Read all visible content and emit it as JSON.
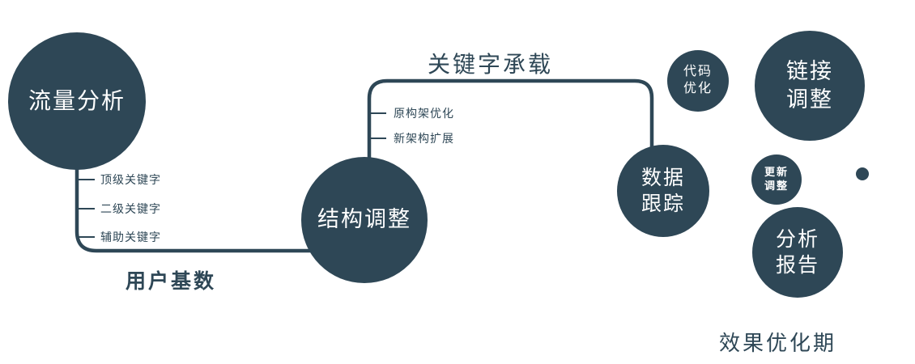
{
  "palette": {
    "primary": "#2e4756",
    "background": "#ffffff",
    "text_on_node": "#ffffff"
  },
  "nodes": {
    "traffic": {
      "label": "流量分析"
    },
    "structure": {
      "label": "结构调整"
    },
    "data_tracking": {
      "label": "数据跟踪"
    },
    "code_opt": {
      "label": "代码优化"
    },
    "link_adjust": {
      "label": "链接调整"
    },
    "update_adjust": {
      "label": "更新调整"
    },
    "analysis_report": {
      "label": "分析报告"
    }
  },
  "edge_labels": {
    "top": "关键字承载",
    "bottom": "用户基数"
  },
  "branch_left": {
    "items": [
      "顶级关键字",
      "二级关键字",
      "辅助关键字"
    ]
  },
  "branch_mid": {
    "items": [
      "原构架优化",
      "新架构扩展"
    ]
  },
  "caption": "效果优化期"
}
